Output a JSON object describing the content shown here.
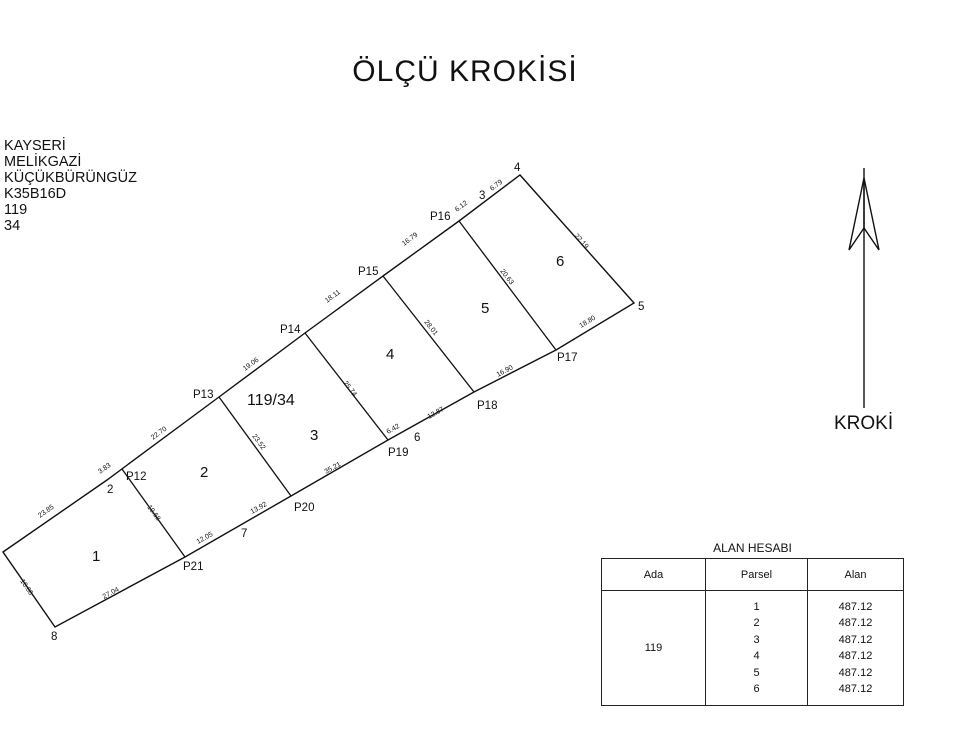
{
  "title": "ÖLÇÜ KROKİSİ",
  "info": {
    "lines": [
      ": KAYSERİ",
      ": MELİKGAZİ",
      ": KÜÇÜKBÜRÜNGÜZ",
      ": K35B16D",
      ": 119",
      ": 34"
    ]
  },
  "sketch": {
    "block_label": "119/34",
    "parcels": [
      "1",
      "2",
      "3",
      "4",
      "5",
      "6"
    ],
    "points": [
      "P12",
      "P13",
      "P14",
      "P15",
      "P16",
      "P17",
      "P18",
      "P19",
      "P20",
      "P21",
      "2",
      "3",
      "4",
      "5",
      "6",
      "7",
      "8"
    ],
    "distances": [
      "23.85",
      "19.68",
      "3.83",
      "22.70",
      "23.52",
      "19.06",
      "25.74",
      "18.11",
      "28.01",
      "16.79",
      "20.63",
      "6.12",
      "6.79",
      "22.19",
      "18.80",
      "16.90",
      "12.87",
      "6.42",
      "35.21",
      "13.92",
      "12.05",
      "27.04",
      "16.66"
    ]
  },
  "kroki_label": "KROKİ",
  "area_table": {
    "title": "ALAN HESABI",
    "headers": [
      "Ada",
      "Parsel",
      "Alan"
    ],
    "ada": "119",
    "rows": [
      {
        "parsel": "1",
        "alan": "487.12"
      },
      {
        "parsel": "2",
        "alan": "487.12"
      },
      {
        "parsel": "3",
        "alan": "487.12"
      },
      {
        "parsel": "4",
        "alan": "487.12"
      },
      {
        "parsel": "5",
        "alan": "487.12"
      },
      {
        "parsel": "6",
        "alan": "487.12"
      }
    ]
  }
}
